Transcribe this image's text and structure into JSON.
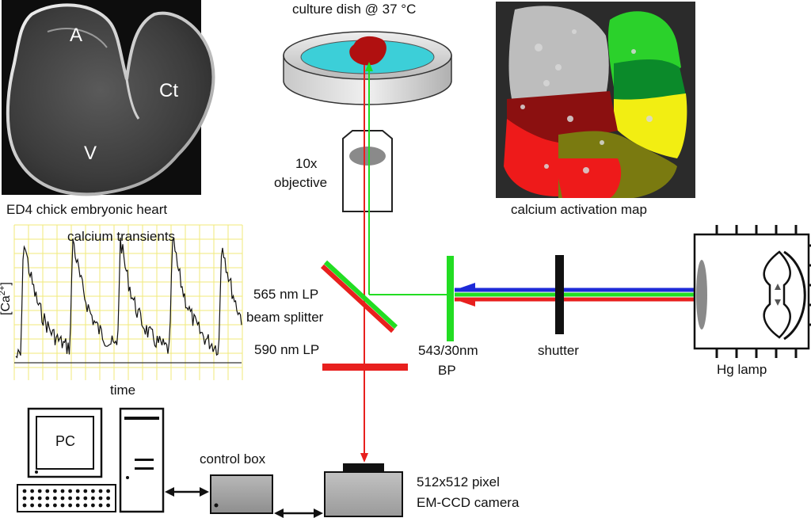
{
  "heart_image": {
    "caption": "ED4 chick embryonic heart",
    "regions": {
      "atrium": "A",
      "conotruncus": "Ct",
      "ventricle": "V"
    }
  },
  "culture_dish": {
    "label": "culture dish @ 37 °C"
  },
  "activation_map": {
    "caption": "calcium activation map"
  },
  "objective": {
    "label_line1": "10x",
    "label_line2": "objective"
  },
  "transients_plot": {
    "title": "calcium transients",
    "ylabel_main": "[Ca",
    "ylabel_sup": "2+",
    "ylabel_end": "]",
    "xlabel": "time"
  },
  "beam_splitter": {
    "label_line1": "565 nm LP",
    "label_line2": "beam splitter"
  },
  "emission_filter": {
    "label": "590 nm LP"
  },
  "excitation_filter": {
    "label_line1": "543/30nm",
    "label_line2": "BP"
  },
  "shutter": {
    "label": "shutter"
  },
  "lamp": {
    "label": "Hg lamp"
  },
  "computer": {
    "label": "PC"
  },
  "control_box": {
    "label": "control box"
  },
  "camera": {
    "label_line1": "512x512 pixel",
    "label_line2": "EM-CCD camera"
  },
  "colors": {
    "excitation_green": "#22dd22",
    "emission_red": "#e8201e",
    "lamp_blue": "#1d2ad8",
    "dish_fluid": "#3ccfd8",
    "tissue": "#b01010"
  }
}
